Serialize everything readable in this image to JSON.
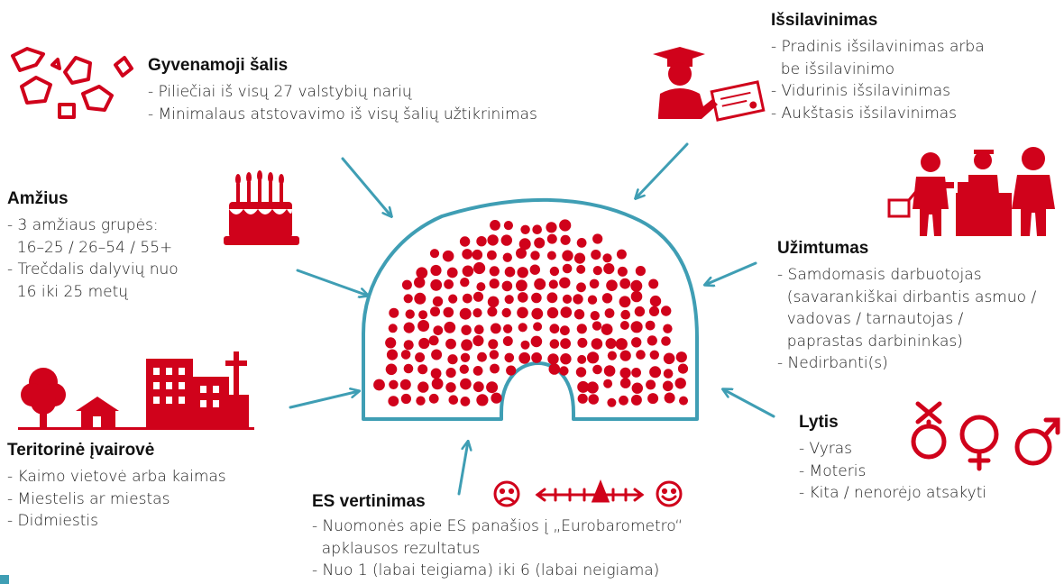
{
  "palette": {
    "red": "#d0021b",
    "teal": "#3f9eb4",
    "text": "#1a1a1a"
  },
  "categories": [
    {
      "key": "country",
      "icon": "map-shapes-icon",
      "title": "Gyvenamoji šalis",
      "items": [
        "- Piliečiai iš visų 27 valstybių narių",
        "- Minimalaus atstovavimo iš visų šalių užtikrinimas"
      ]
    },
    {
      "key": "age",
      "icon": "birthday-cake-icon",
      "title": "Amžius",
      "items": [
        "- 3 amžiaus grupės:",
        "  16–25 / 26–54 / 55+",
        "- Trečdalis dalyvių nuo",
        "  16 iki 25 metų"
      ]
    },
    {
      "key": "territory",
      "icon": "town-and-city-icon",
      "title": "Teritorinė įvairovė",
      "items": [
        "- Kaimo vietovė arba kaimas",
        "- Miestelis ar miestas",
        "- Didmiestis"
      ]
    },
    {
      "key": "eu-rating",
      "icon": "satisfaction-scale-icon",
      "title": "ES vertinimas",
      "items": [
        "- Nuomonės apie ES panašios į „Eurobarometro“",
        "  apklausos rezultatus",
        "- Nuo 1 (labai teigiama) iki 6 (labai neigiama)"
      ]
    },
    {
      "key": "gender",
      "icon": "gender-symbols-icon",
      "title": "Lytis",
      "items": [
        "- Vyras",
        "- Moteris",
        "- Kita / nenorėjo atsakyti"
      ]
    },
    {
      "key": "employment",
      "icon": "workers-icon",
      "title": "Užimtumas",
      "items": [
        "- Samdomasis darbuotojas",
        "  (savarankiškai dirbantis asmuo /",
        "  vadovas / tarnautojas /",
        "  paprastas darbininkas)",
        "- Nedirbanti(s)"
      ]
    },
    {
      "key": "education",
      "icon": "graduate-icon",
      "title": "Išsilavinimas",
      "items": [
        "- Pradinis išsilavinimas arba",
        "  be išsilavinimo",
        "- Vidurinis išsilavinimas",
        "- Aukštasis išsilavinimas"
      ]
    }
  ]
}
